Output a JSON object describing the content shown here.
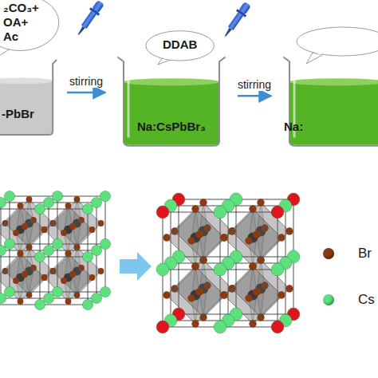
{
  "diagram": {
    "nodes": [
      {
        "text": [
          "₂CO₃+",
          "OA+",
          "Ac"
        ]
      },
      {
        "text": [
          "-PbBr"
        ]
      },
      {
        "text": [
          "DDAB"
        ]
      },
      {
        "text": [
          "Na:CsPbBr₃"
        ]
      },
      {
        "text": [
          "Na:"
        ]
      }
    ],
    "edges": [
      {
        "from": 1,
        "to": 3,
        "arrow": "to",
        "label": "stirring"
      },
      {
        "from": 3,
        "to": 4,
        "arrow": "to",
        "label": "stirring"
      }
    ],
    "legend": [
      {
        "text": "Br",
        "color": "#8a3b12"
      },
      {
        "text": "Cs",
        "color": "#5fe07f"
      }
    ]
  }
}
